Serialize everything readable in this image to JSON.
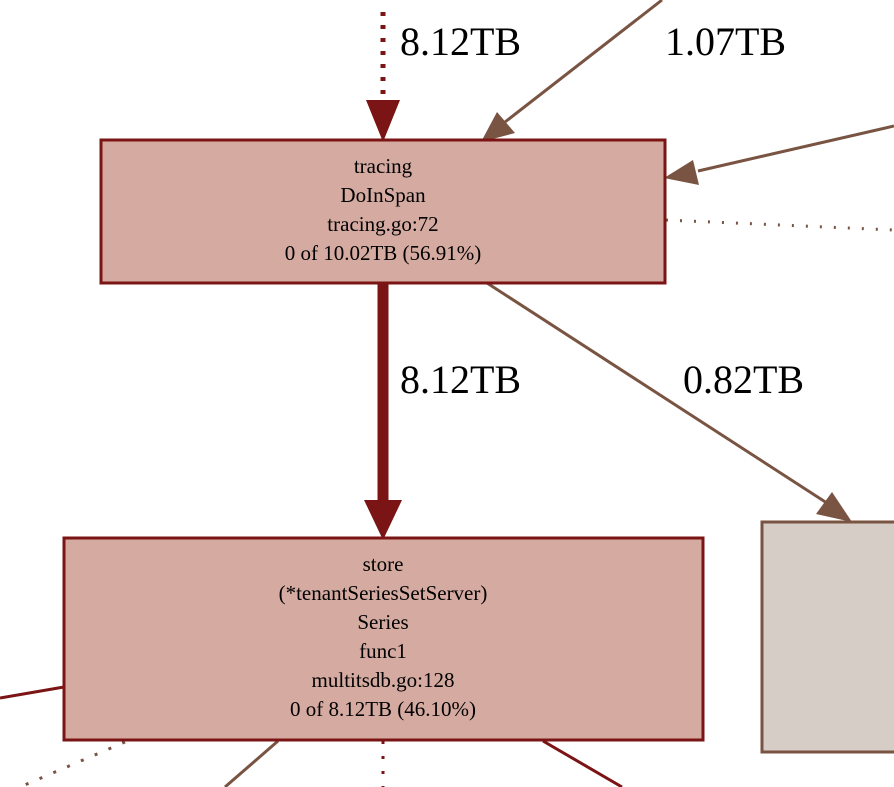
{
  "colors": {
    "hot_node_fill": "#d4aaa1",
    "hot_node_border": "#7b1414",
    "hot_edge": "#7b1414",
    "warm_edge": "#7a5443",
    "cold_node_fill": "#d6cdc7",
    "cold_node_border": "#7a5443",
    "background": "#ffffff"
  },
  "nodes": {
    "tracing": {
      "lines": [
        "tracing",
        "DoInSpan",
        "tracing.go:72",
        "0 of 10.02TB (56.91%)"
      ]
    },
    "store": {
      "lines": [
        "store",
        "(*tenantSeriesSetServer)",
        "Series",
        "func1",
        "multitsdb.go:128",
        "0 of 8.12TB (46.10%)"
      ]
    }
  },
  "edges": {
    "incoming_top_label": "8.12TB",
    "incoming_right_label": "1.07TB",
    "tracing_to_store_label": "8.12TB",
    "tracing_to_right_label": "0.82TB"
  }
}
